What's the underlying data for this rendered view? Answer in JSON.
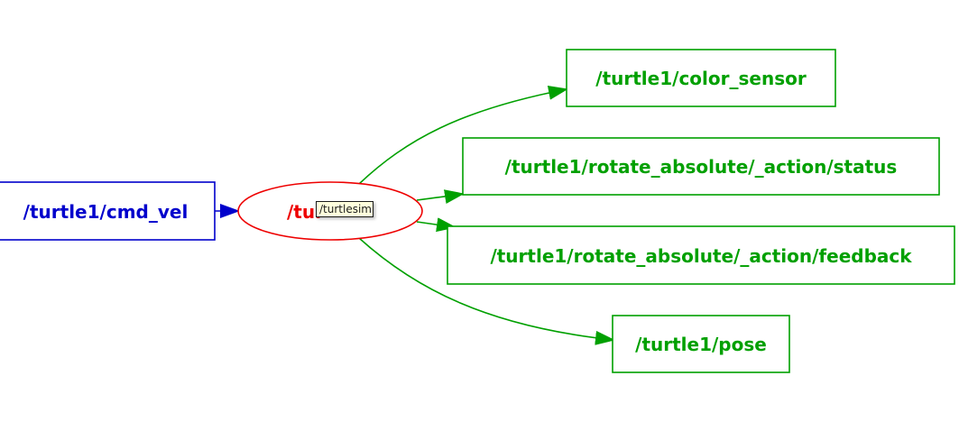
{
  "graph": {
    "input_topic": {
      "label": "/turtle1/cmd_vel",
      "color": "#0000cc"
    },
    "node": {
      "label": "/turtlesim",
      "visible_label": "/tur",
      "color": "#ee0000"
    },
    "output_topics": [
      {
        "label": "/turtle1/color_sensor"
      },
      {
        "label": "/turtle1/rotate_absolute/_action/status"
      },
      {
        "label": "/turtle1/rotate_absolute/_action/feedback"
      },
      {
        "label": "/turtle1/pose"
      }
    ],
    "output_color": "#00a000"
  },
  "tooltip": {
    "text": "/turtlesim"
  }
}
